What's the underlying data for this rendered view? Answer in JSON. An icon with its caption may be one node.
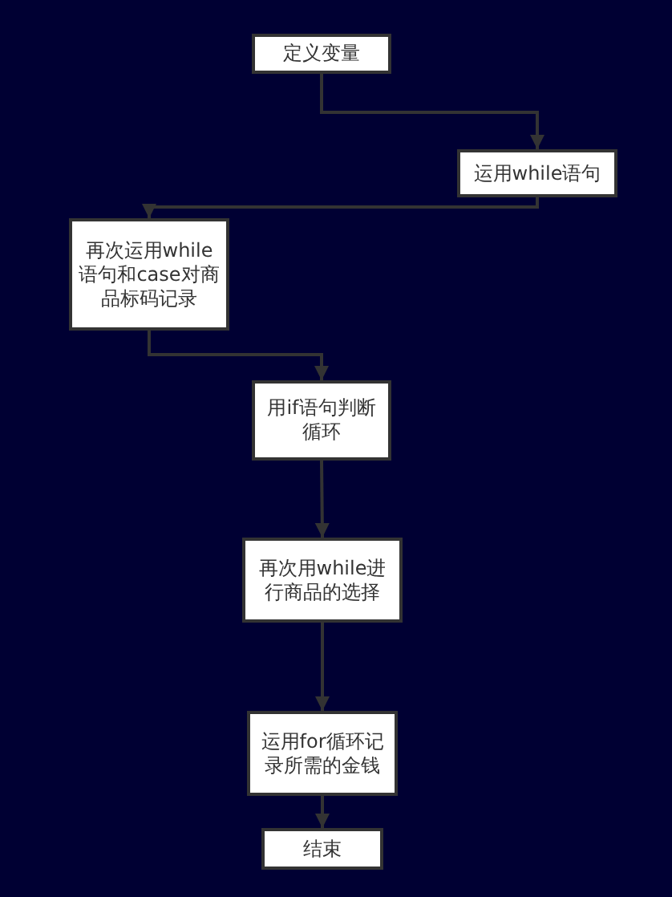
{
  "diagram": {
    "nodes": [
      {
        "text": [
          "定义变量"
        ]
      },
      {
        "text": [
          "运用while语句"
        ]
      },
      {
        "text": [
          "再次运用while语句和case对商品标码记录"
        ]
      },
      {
        "text": [
          "用if语句判断循环"
        ]
      },
      {
        "text": [
          "再次用while进行商品的选择"
        ]
      },
      {
        "text": [
          "运用for循环记录所需的金钱"
        ]
      },
      {
        "text": [
          "结束"
        ]
      }
    ],
    "edges": [
      {
        "from": 0,
        "to": 1,
        "arrow": "to"
      },
      {
        "from": 1,
        "to": 2,
        "arrow": "to"
      },
      {
        "from": 2,
        "to": 3,
        "arrow": "to"
      },
      {
        "from": 3,
        "to": 4,
        "arrow": "to"
      },
      {
        "from": 4,
        "to": 5,
        "arrow": "to"
      },
      {
        "from": 5,
        "to": 6,
        "arrow": "to"
      }
    ]
  }
}
